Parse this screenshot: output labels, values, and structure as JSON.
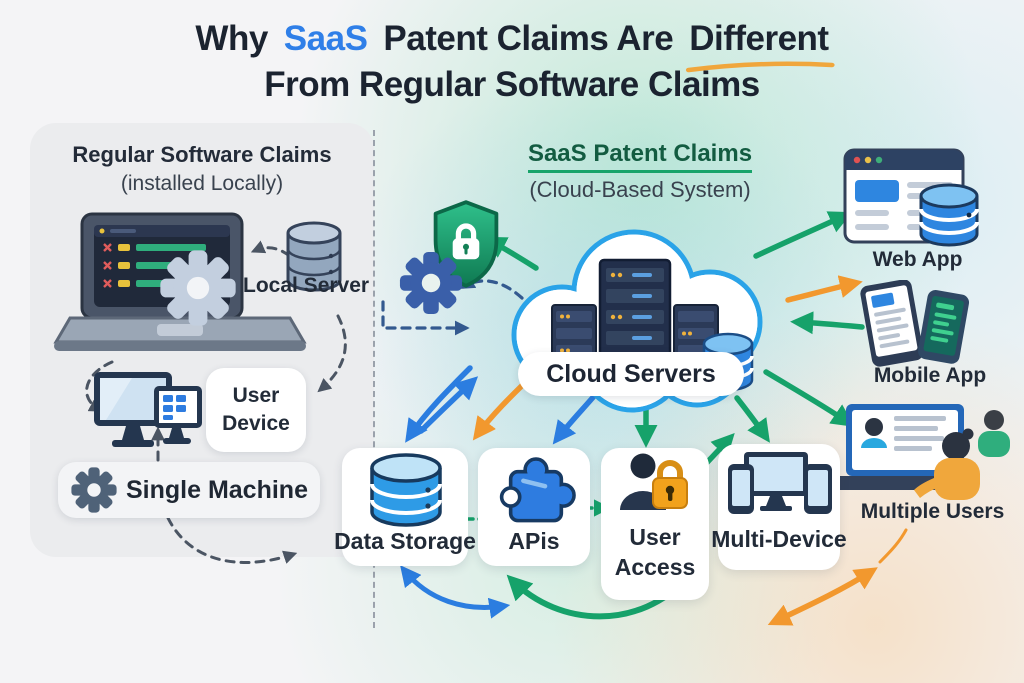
{
  "title": {
    "prefix": "Why",
    "highlight": "SaaS",
    "middle": "Patent Claims Are",
    "underlined": "Different",
    "line2": "From Regular Software Claims"
  },
  "left_section": {
    "heading": "Regular Software Claims",
    "subheading": "(installed Locally)",
    "labels": {
      "local_server": "Local Server",
      "user_device": "User Device",
      "single_machine": "Single Machine"
    }
  },
  "right_section": {
    "heading": "SaaS Patent Claims",
    "subheading": "(Cloud-Based System)",
    "cloud_label": "Cloud Servers",
    "nodes": {
      "web_app": "Web App",
      "mobile_app": "Mobile App",
      "multiple_users": "Multiple Users",
      "data_storage": "Data Storage",
      "apis": "APis",
      "user_access": "User Access",
      "multi_device": "Multi-Device"
    }
  },
  "colors": {
    "accent_blue": "#2b7de0",
    "accent_green": "#16a26a",
    "accent_orange": "#f2982e",
    "title_navy": "#1b2330",
    "saas_blue": "#2f7fe8",
    "heading_green": "#135c41",
    "shield_green": "#1f9d6e",
    "dashed_gray": "#4b5563",
    "dashed_blue": "#33598f"
  }
}
